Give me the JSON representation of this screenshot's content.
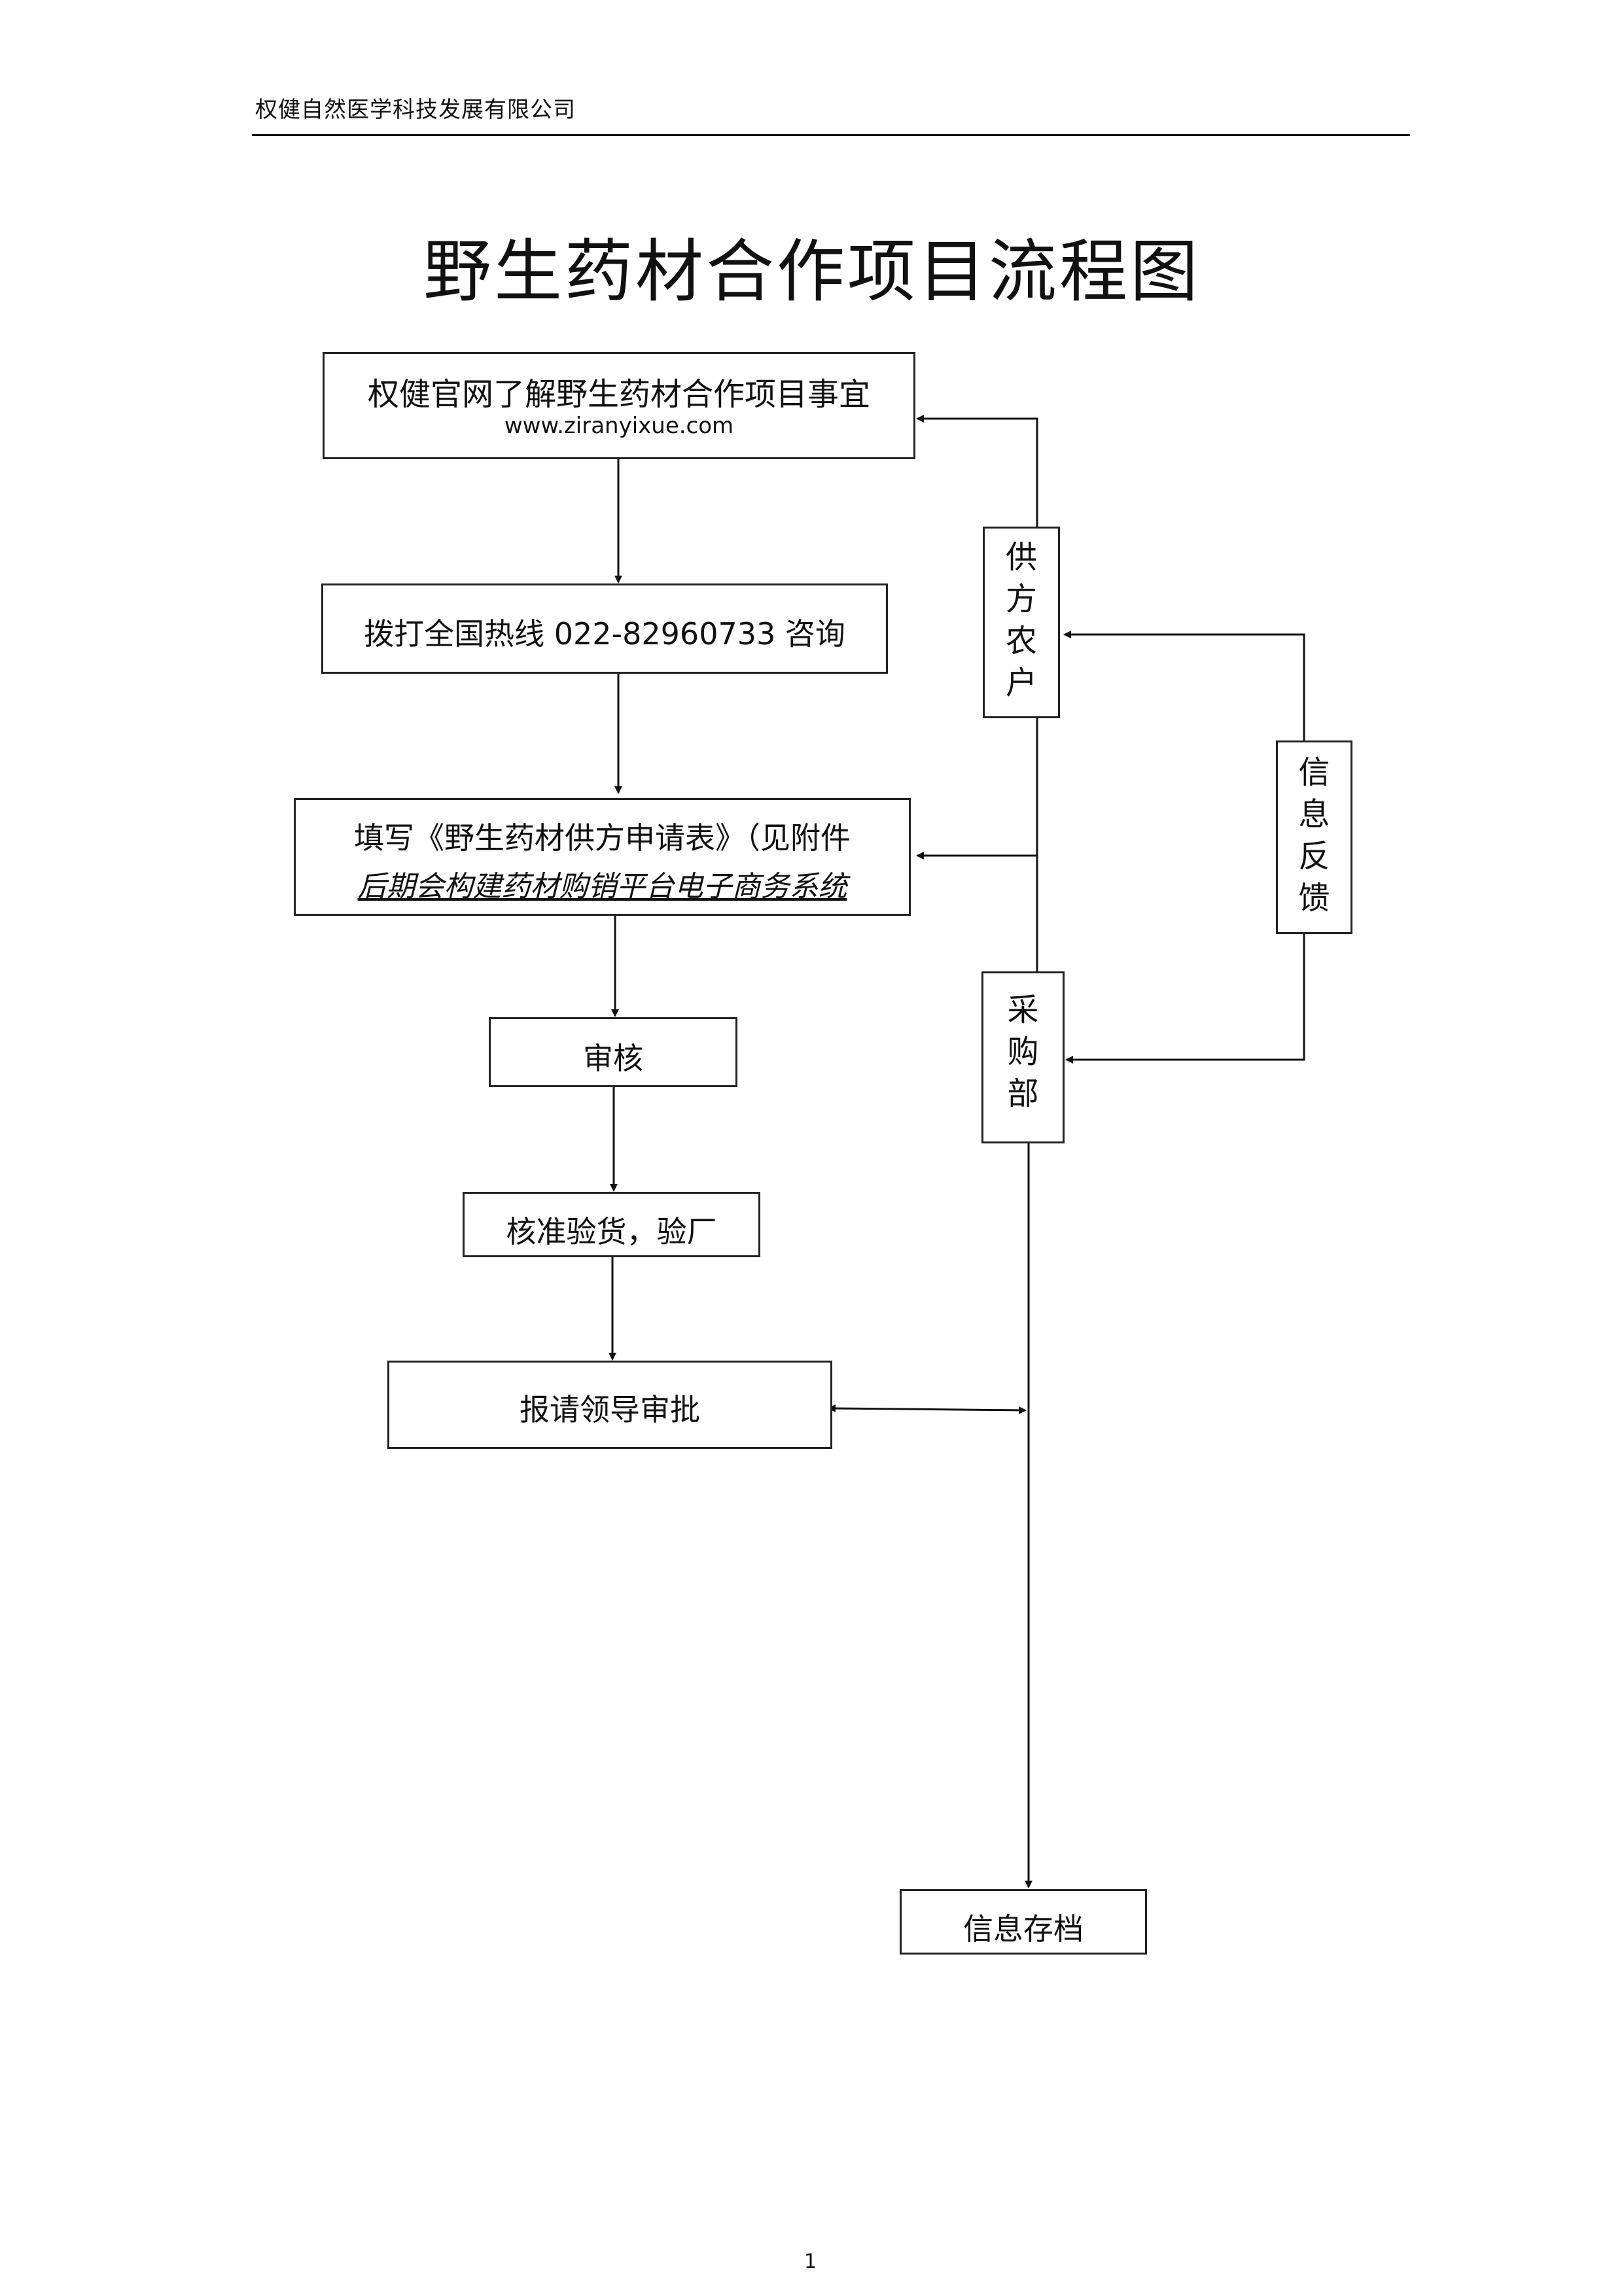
{
  "header": {
    "company": "权健自然医学科技发展有限公司"
  },
  "title": "野生药材合作项目流程图",
  "steps": {
    "website": {
      "line1": "权健官网了解野生药材合作项目事宜",
      "url": "www.ziranyixue.com"
    },
    "hotline": {
      "label": "拨打全国热线 022-82960733 咨询"
    },
    "form": {
      "line1": "填写《野生药材供方申请表》（见附件",
      "line2": "后期会构建药材购销平台电子商务系统"
    },
    "review": {
      "label": "审核"
    },
    "inspect": {
      "label": "核准验货，验厂"
    },
    "approve": {
      "label": "报请领导审批"
    },
    "archive": {
      "label": "信息存档"
    }
  },
  "side": {
    "supplier_farmers": [
      "供",
      "方",
      "农",
      "户"
    ],
    "feedback": [
      "信",
      "息",
      "反",
      "馈"
    ],
    "purchasing_dept": [
      "采",
      "购",
      "部"
    ]
  },
  "page_number": "1"
}
